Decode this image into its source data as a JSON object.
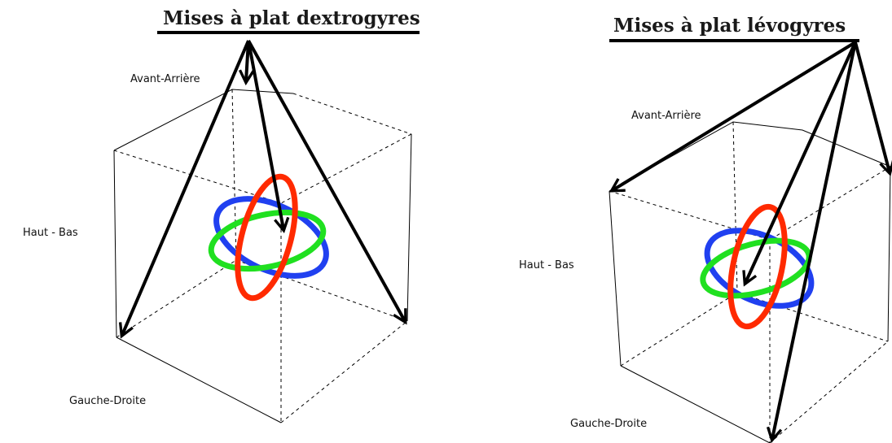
{
  "colors": {
    "red": "#ff2a00",
    "green": "#20e020",
    "blue": "#2040f0",
    "line": "#000000"
  },
  "panels": [
    {
      "title": "Mises à plat dextrogyres",
      "axis_labels": {
        "front_back": "Avant-Arrière",
        "top_bottom": "Haut - Bas",
        "left_right": "Gauche-Droite"
      }
    },
    {
      "title": "Mises à plat lévogyres",
      "axis_labels": {
        "front_back": "Avant-Arrière",
        "top_bottom": "Haut - Bas",
        "left_right": "Gauche-Droite"
      }
    }
  ]
}
